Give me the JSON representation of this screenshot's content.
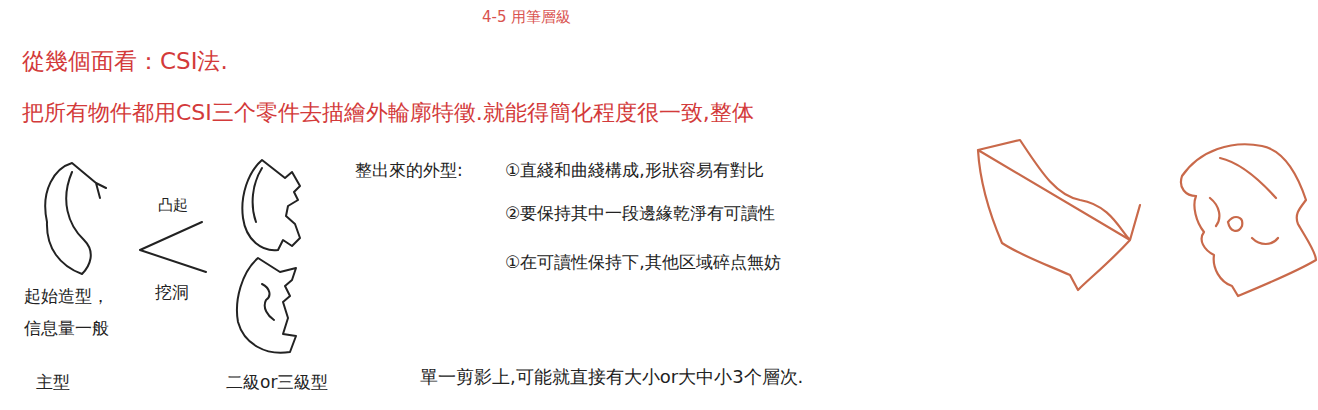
{
  "diagram": {
    "title": "4-5 用筆層級",
    "labels": [
      "從幾個面看：CSI法.",
      "把所有物件都用CSI三个零件去描繪外輪廓特徵.就能得簡化程度很一致,整体",
      "整出來的外型:",
      "①直綫和曲綫構成,形狀容易有對比",
      "②要保持其中一段邊緣乾淨有可讀性",
      "①在可讀性保持下,其他区域碎点無妨",
      "凸起",
      "起始造型， 信息量一般",
      "挖洞",
      "主型",
      "二級or三級型",
      "單一剪影上,可能就直接有大小or大中小3个層次."
    ]
  }
}
